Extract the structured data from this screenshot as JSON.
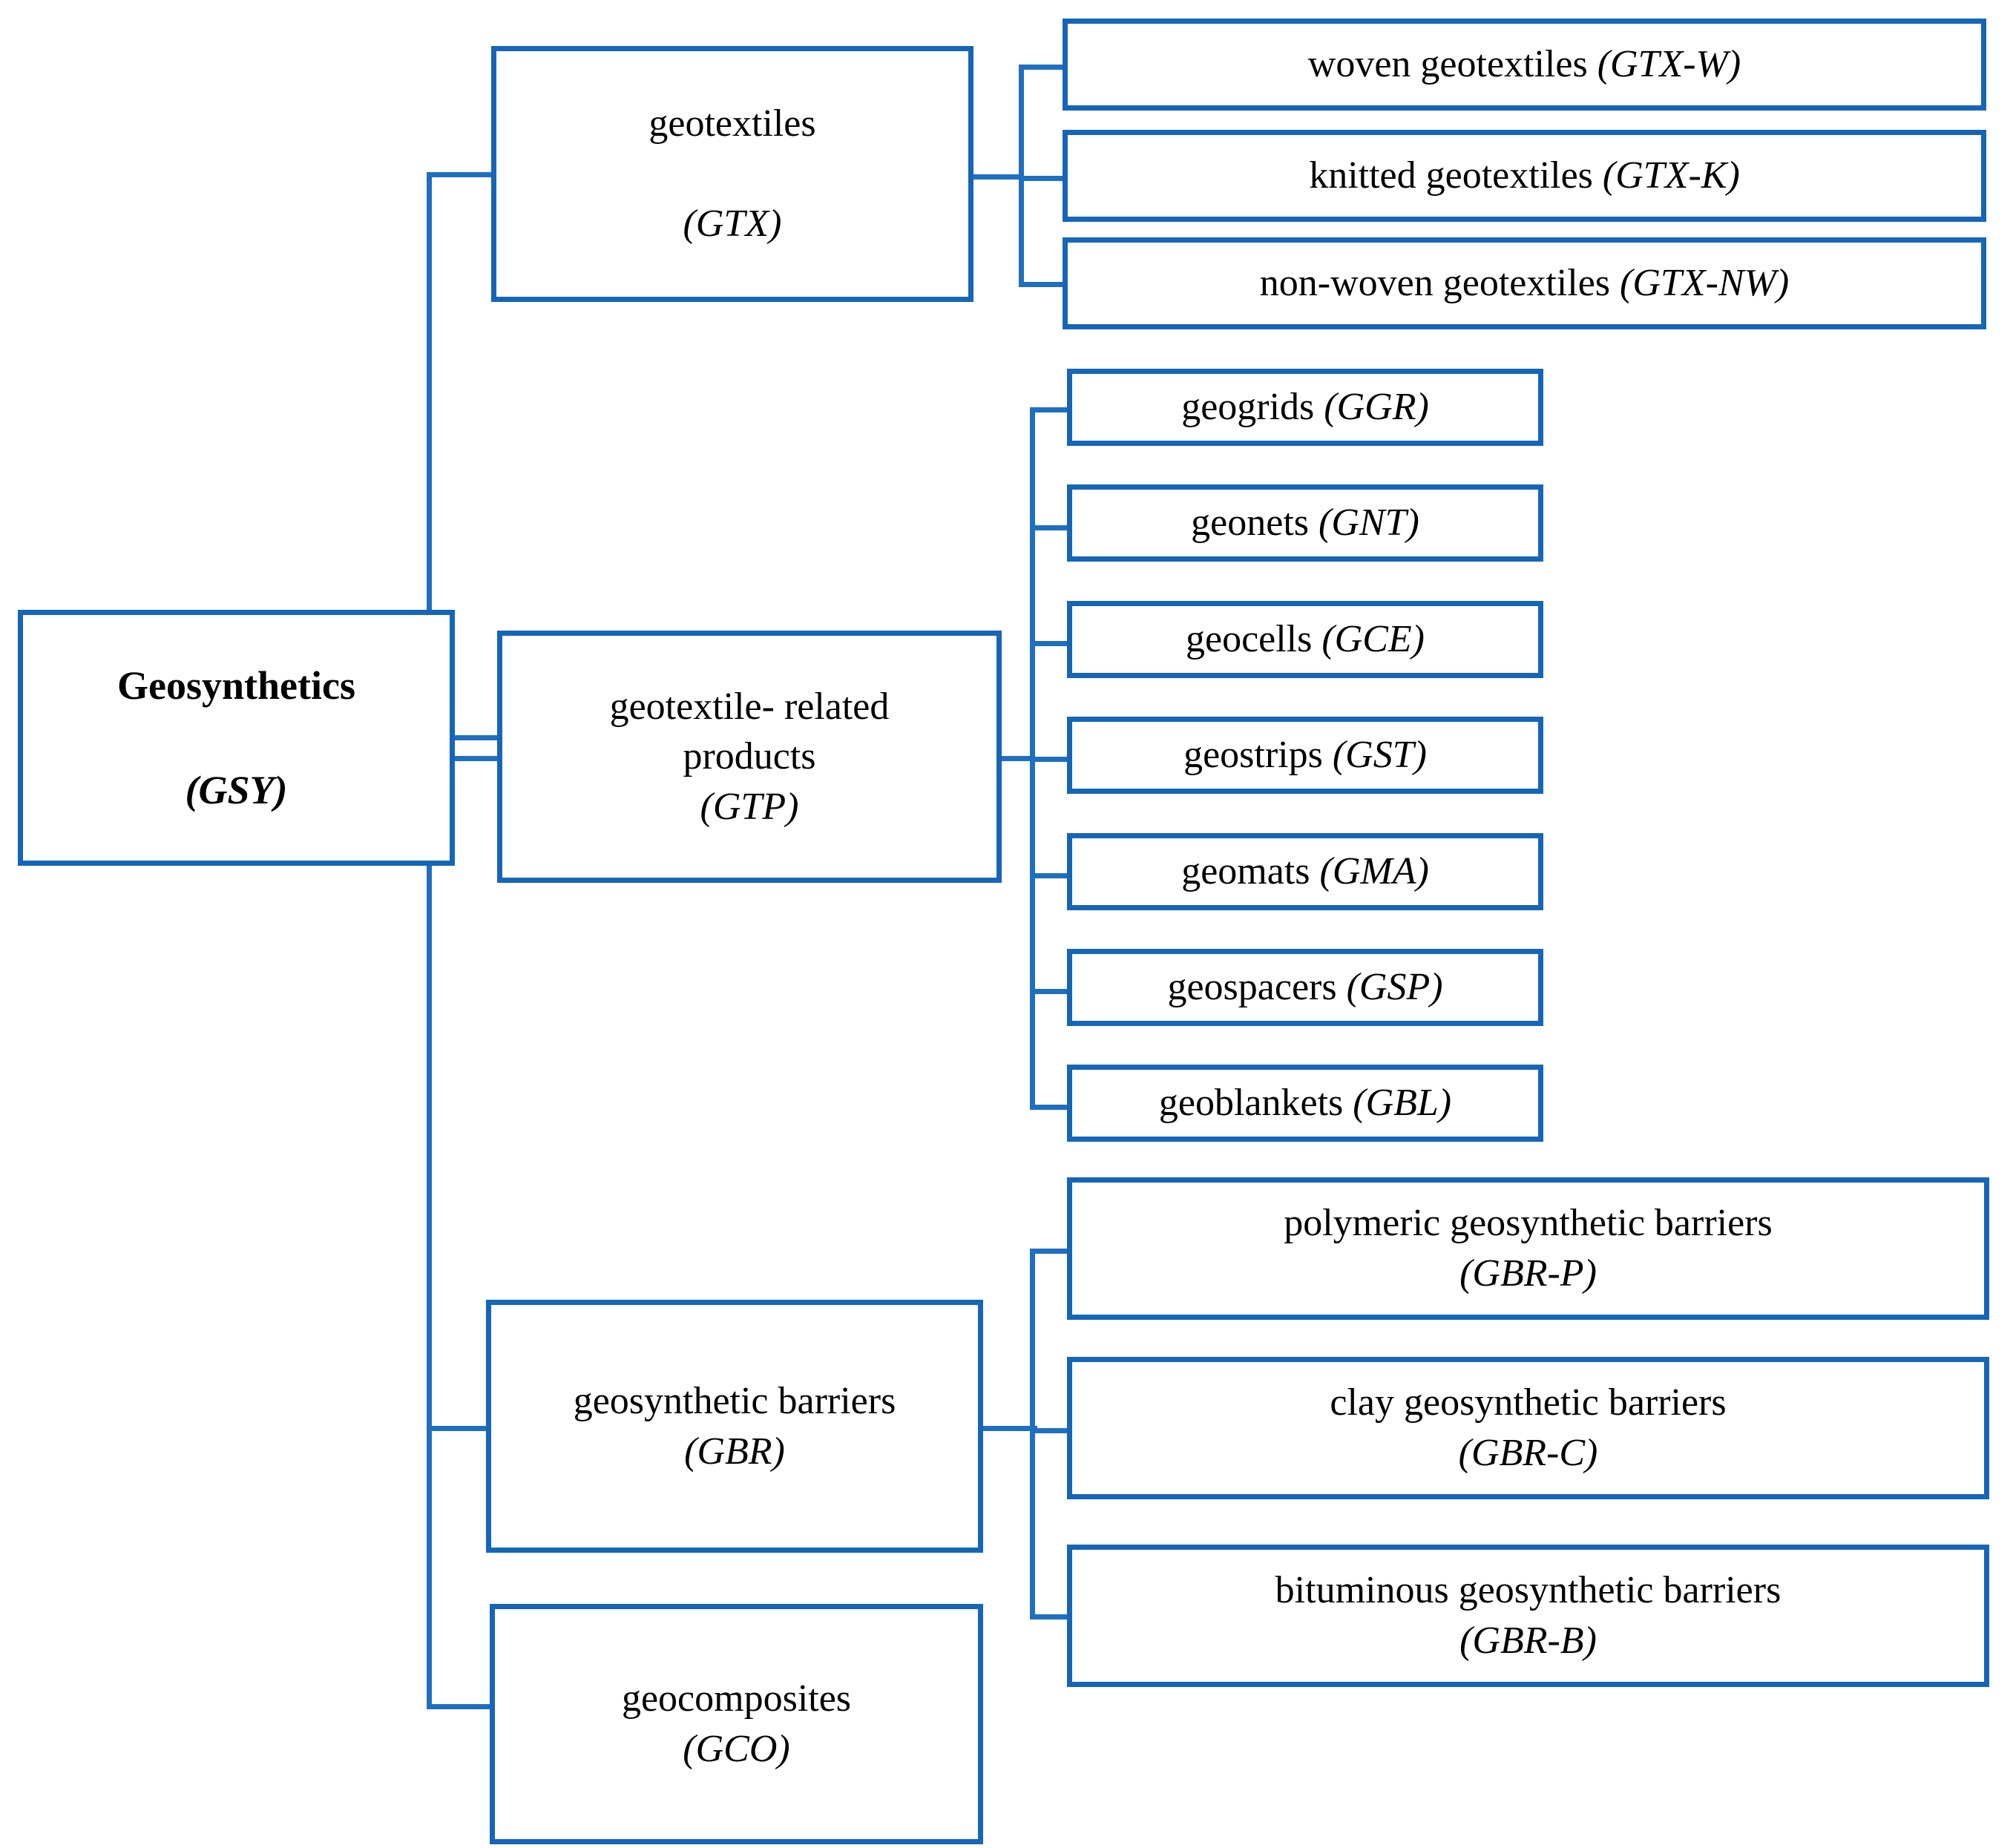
{
  "diagram": {
    "title": "Geosynthetics classification tree",
    "colors": {
      "box_border": "#1565B8",
      "connector": "#1F6FC0",
      "background": "#FFFFFF",
      "text": "#000000"
    },
    "root": {
      "name": "Geosynthetics",
      "code": "(GSY)",
      "bold": true
    },
    "branches": [
      {
        "name": "geotextiles",
        "code": "(GTX)",
        "children": [
          {
            "label": "woven geotextiles ",
            "code": "(GTX-W)"
          },
          {
            "label": "knitted geotextiles  ",
            "code": "(GTX-K)"
          },
          {
            "label": "non-woven geotextiles ",
            "code": "(GTX-NW)"
          }
        ]
      },
      {
        "name": "geotextile- related\nproducts",
        "code": "(GTP)",
        "children": [
          {
            "label": "geogrids ",
            "code": "(GGR)"
          },
          {
            "label": "geonets ",
            "code": "(GNT)"
          },
          {
            "label": "geocells ",
            "code": "(GCE)"
          },
          {
            "label": "geostrips ",
            "code": "(GST)"
          },
          {
            "label": "geomats  ",
            "code": "(GMA)"
          },
          {
            "label": "geospacers ",
            "code": "(GSP)"
          },
          {
            "label": "geoblankets ",
            "code": "(GBL)"
          }
        ]
      },
      {
        "name": "geosynthetic barriers",
        "code": "(GBR)",
        "children": [
          {
            "label": "polymeric geosynthetic barriers\n",
            "code": "(GBR-P)"
          },
          {
            "label": "clay geosynthetic barriers\n",
            "code": "(GBR-C)"
          },
          {
            "label": "bituminous geosynthetic barriers\n",
            "code": "(GBR-B)"
          }
        ]
      },
      {
        "name": "geocomposites",
        "code": "(GCO)",
        "children": []
      }
    ]
  }
}
